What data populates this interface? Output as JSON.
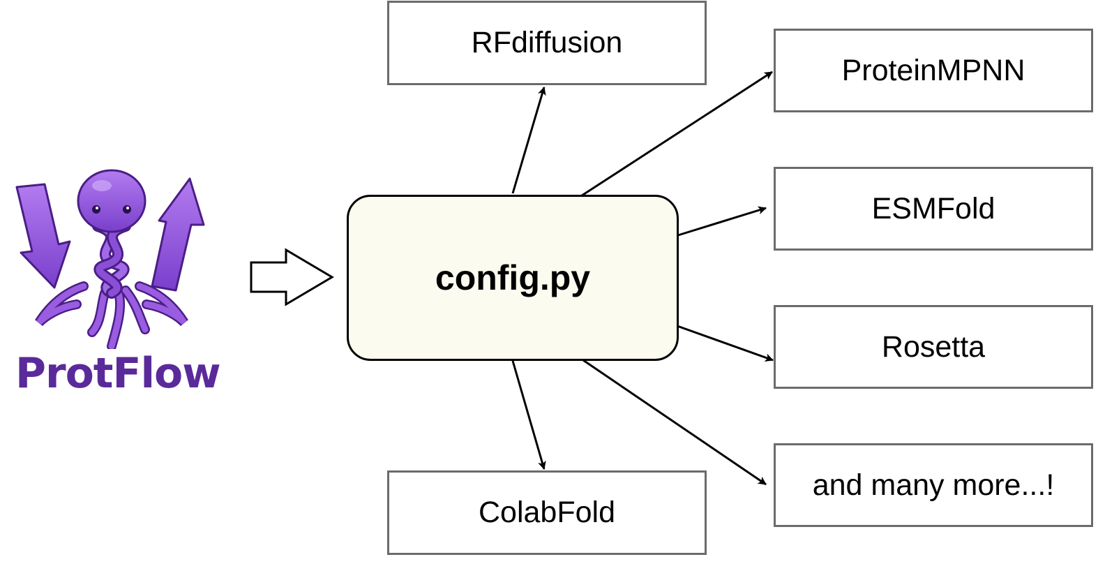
{
  "logo": {
    "name": "ProtFlow",
    "colors": {
      "primary": "#8a4fd6",
      "light": "#b27cf0",
      "dark": "#4a1e86",
      "text": "#5a2a9a"
    }
  },
  "center": {
    "label": "config.py",
    "fill": "#fbfbf0"
  },
  "tools": {
    "rfdiffusion": "RFdiffusion",
    "proteinmpnn": "ProteinMPNN",
    "esmfold": "ESMFold",
    "rosetta": "Rosetta",
    "more": "and many more...!",
    "colabfold": "ColabFold"
  },
  "icons": {
    "input_arrow": "outline-right-arrow-icon",
    "logo_mascot": "octopus-icon"
  }
}
